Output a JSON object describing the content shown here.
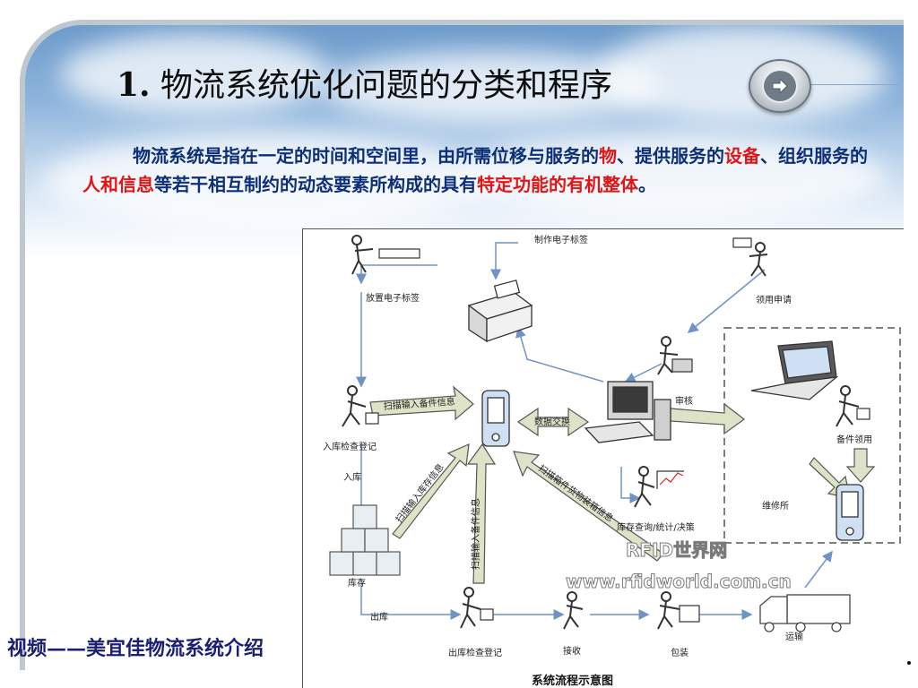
{
  "slide": {
    "title_num": "1.",
    "title_text": "物流系统优化问题的分类和程序",
    "paragraph": {
      "p1": "物流系统是指在一定的时间和空间里，由所需位移与服务的",
      "r1": "物",
      "p2": "、提供服务的",
      "r2": "设备",
      "p3": "、组织服务的",
      "r3": "人和信息",
      "p4": "等若干相互制约的动态要素所构成的具有",
      "r4": "特定功能的有机整体",
      "p5": "。"
    },
    "caption": "视频——美宜佳物流系统介绍"
  },
  "diagram": {
    "labels": {
      "make_tag": "制作电子标签",
      "place_tag": "放置电子标签",
      "borrow_apply": "领用申请",
      "review": "审核",
      "inbound_check": "入库检查登记",
      "inbound": "入库",
      "storage": "库存",
      "outbound": "出库",
      "outbound_check": "出库检查登记",
      "receive": "接收",
      "pack": "包装",
      "transport": "运输",
      "query": "库存查询/统计/决策",
      "parts_borrow": "备件领用",
      "repair_shop": "维修所",
      "data_exchange": "数据交换",
      "scan_parts_info": "扫描输入备件信息",
      "scan_stock_info": "扫描输入库存信息",
      "scan_parts_info2": "扫描输入备件信息",
      "scan_pack_info": "扫描箱件货物装箱信息",
      "title": "系统流程示意图"
    },
    "watermark": {
      "line1": "RFID世界网",
      "line2": "www.rfidworld.com.cn"
    }
  },
  "colors": {
    "text_blue": "#0c2f78",
    "highlight_red": "#e01616",
    "caption_blue": "#1a1f73",
    "arrow_fill": "#dde3c6",
    "flow_line": "#6f93c7"
  }
}
